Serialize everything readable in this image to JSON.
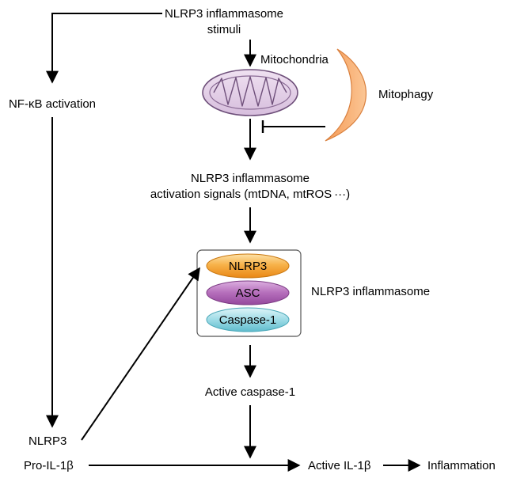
{
  "nodes": {
    "stimuli_line1": "NLRP3 inflammasome",
    "stimuli_line2": "stimuli",
    "nfkb": "NF-κB activation",
    "mitochondria": "Mitochondria",
    "mitophagy": "Mitophagy",
    "signals_line1": "NLRP3 inflammasome",
    "signals_line2": "activation signals (mtDNA, mtROS ···)",
    "inflammasome_label": "NLRP3 inflammasome",
    "complex": {
      "nlrp3": "NLRP3",
      "asc": "ASC",
      "caspase": "Caspase-1"
    },
    "active_caspase": "Active caspase-1",
    "nlrp3": "NLRP3",
    "pro_il1b": "Pro-IL-1β",
    "active_il1b": "Active IL-1β",
    "inflammation": "Inflammation"
  },
  "colors": {
    "mito_fill": "#e2cde6",
    "mito_stroke": "#7b5a86",
    "mitophagy_fill": "#f6a15e",
    "nlrp3_fill": "#f39b2c",
    "asc_fill": "#a95ab0",
    "caspase_fill": "#7ccedd"
  }
}
